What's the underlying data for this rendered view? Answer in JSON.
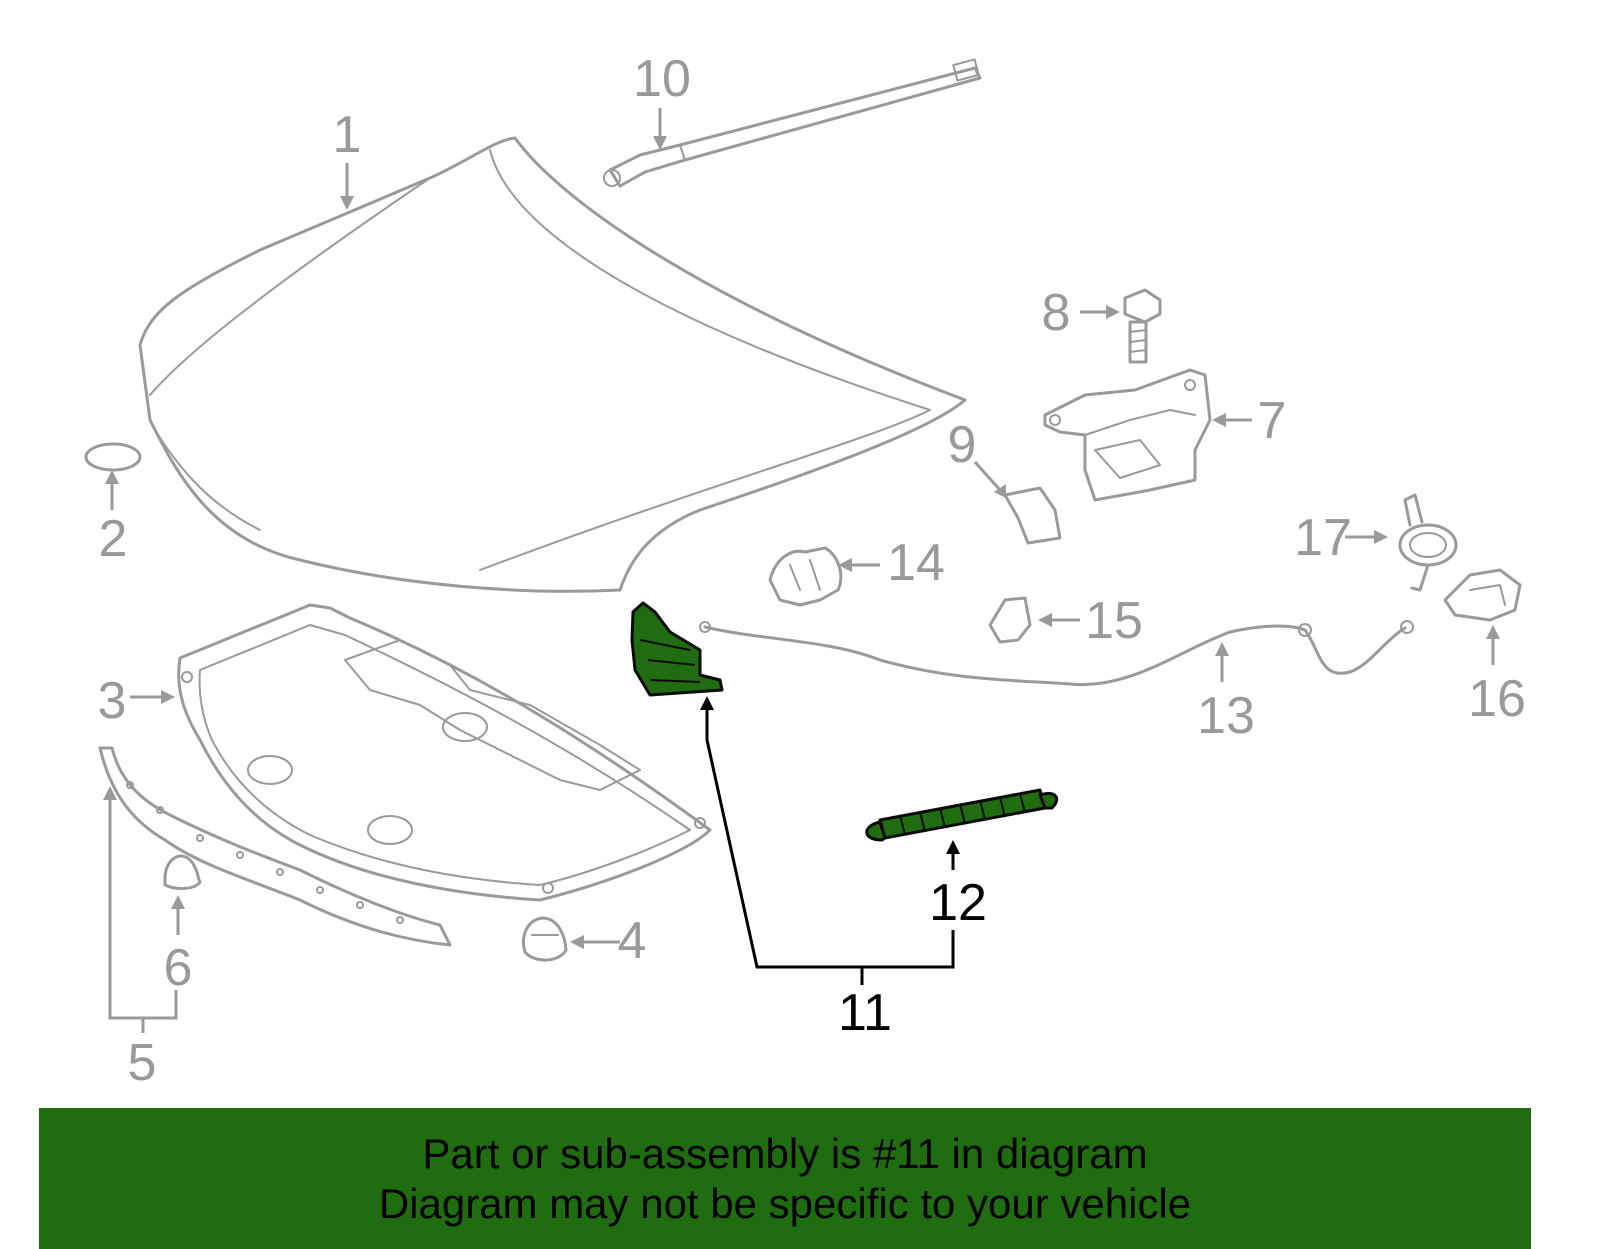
{
  "diagram": {
    "callouts": {
      "c1": "1",
      "c2": "2",
      "c3": "3",
      "c4": "4",
      "c5": "5",
      "c6": "6",
      "c7": "7",
      "c8": "8",
      "c9": "9",
      "c10": "10",
      "c11": "11",
      "c12": "12",
      "c13": "13",
      "c14": "14",
      "c15": "15",
      "c16": "16",
      "c17": "17"
    },
    "highlighted_callouts": [
      "11",
      "12"
    ],
    "colors": {
      "part_stroke": "#9a9a9a",
      "highlight_fill": "#1f6d10",
      "highlight_text": "#000000",
      "banner_bg": "#1f6d10"
    }
  },
  "banner": {
    "line1": "Part or sub-assembly is #11 in diagram",
    "line2": "Diagram may not be specific to your vehicle"
  }
}
